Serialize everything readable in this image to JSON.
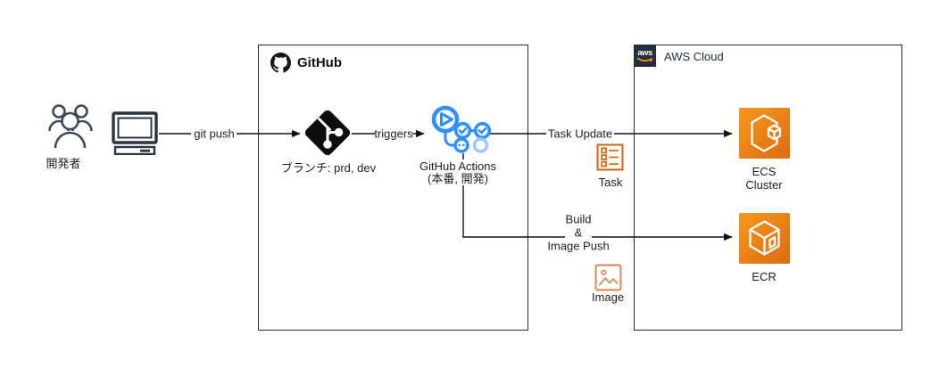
{
  "actors": {
    "developers_label": "開発者"
  },
  "edges": {
    "git_push_label": "git push",
    "triggers_label": "triggers",
    "task_update_label": "Task Update",
    "build_push_line1": "Build",
    "build_push_line2": "&",
    "build_push_line3": "Image Push"
  },
  "github": {
    "title": "GitHub",
    "branch_node_label": "ブランチ: prd, dev",
    "actions_node_label": "GitHub Actions",
    "actions_node_sublabel": "(本番, 開発)"
  },
  "aws": {
    "logo_text": "aws",
    "title": "AWS Cloud",
    "task_resource_label": "Task",
    "image_resource_label": "Image",
    "ecs_label_line1": "ECS",
    "ecs_label_line2": "Cluster",
    "ecr_label": "ECR"
  },
  "colors": {
    "actions_blue": "#2E8FFF",
    "actions_blue_faded": "#9CC6FF",
    "aws_navy": "#232F3E",
    "aws_orange": "#FF9900",
    "resource_orange": "#D86613",
    "service_gradient_start": "#F7981D",
    "service_gradient_end": "#DD6B10",
    "line_color": "#111111"
  }
}
